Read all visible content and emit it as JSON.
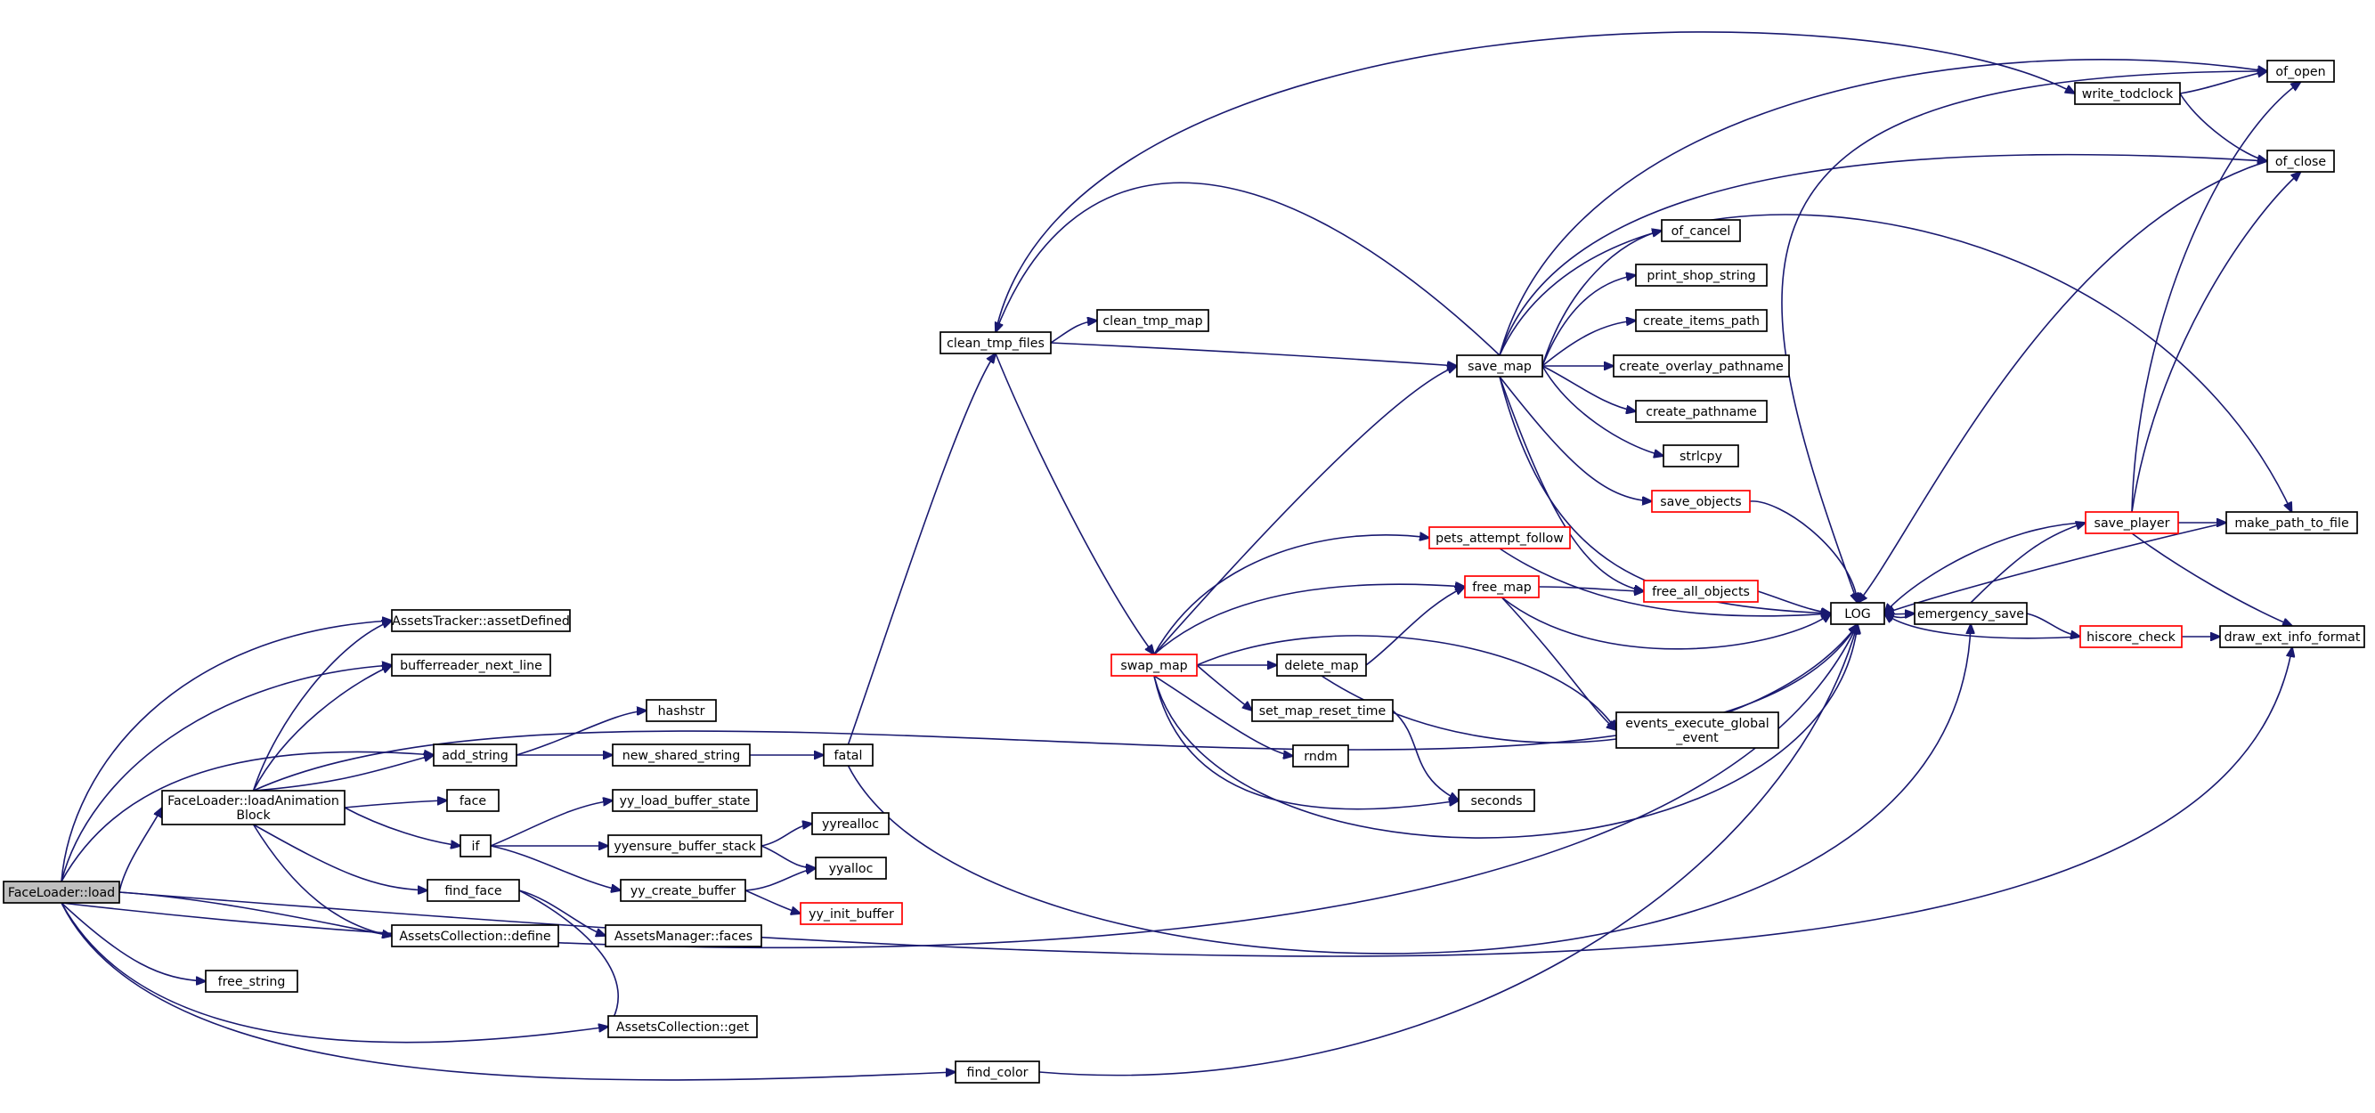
{
  "graph": {
    "colors": {
      "edge": "#191970",
      "box_border_normal": "#000000",
      "box_border_truncated": "#ff0000",
      "box_fill": "#ffffff",
      "root_fill": "#bfbfbf"
    },
    "nodes": [
      {
        "id": "root",
        "label": "FaceLoader::load",
        "style": "root"
      },
      {
        "id": "loadAnim",
        "label": "FaceLoader::loadAnimation",
        "label2": "Block",
        "style": "normal"
      },
      {
        "id": "assetDefined",
        "label": "AssetsTracker::assetDefined",
        "style": "normal"
      },
      {
        "id": "bufNextLine",
        "label": "bufferreader_next_line",
        "style": "normal"
      },
      {
        "id": "hashstr",
        "label": "hashstr",
        "style": "normal"
      },
      {
        "id": "add_string",
        "label": "add_string",
        "style": "normal"
      },
      {
        "id": "new_shared_string",
        "label": "new_shared_string",
        "style": "normal"
      },
      {
        "id": "fatal",
        "label": "fatal",
        "style": "normal"
      },
      {
        "id": "face",
        "label": "face",
        "style": "normal"
      },
      {
        "id": "yy_load_buffer_state",
        "label": "yy_load_buffer_state",
        "style": "normal"
      },
      {
        "id": "if",
        "label": "if",
        "style": "normal"
      },
      {
        "id": "yyensure_buffer_stack",
        "label": "yyensure_buffer_stack",
        "style": "normal"
      },
      {
        "id": "yyrealloc",
        "label": "yyrealloc",
        "style": "normal"
      },
      {
        "id": "yy_create_buffer",
        "label": "yy_create_buffer",
        "style": "normal"
      },
      {
        "id": "yyalloc",
        "label": "yyalloc",
        "style": "normal"
      },
      {
        "id": "yy_init_buffer",
        "label": "yy_init_buffer",
        "style": "truncated"
      },
      {
        "id": "find_face",
        "label": "find_face",
        "style": "normal"
      },
      {
        "id": "collDefine",
        "label": "AssetsCollection::define",
        "style": "normal"
      },
      {
        "id": "mgrFaces",
        "label": "AssetsManager::faces",
        "style": "normal"
      },
      {
        "id": "free_string",
        "label": "free_string",
        "style": "normal"
      },
      {
        "id": "collGet",
        "label": "AssetsCollection::get",
        "style": "normal"
      },
      {
        "id": "find_color",
        "label": "find_color",
        "style": "normal"
      },
      {
        "id": "clean_tmp_files",
        "label": "clean_tmp_files",
        "style": "normal"
      },
      {
        "id": "clean_tmp_map",
        "label": "clean_tmp_map",
        "style": "normal"
      },
      {
        "id": "swap_map",
        "label": "swap_map",
        "style": "truncated"
      },
      {
        "id": "save_map",
        "label": "save_map",
        "style": "normal"
      },
      {
        "id": "of_cancel",
        "label": "of_cancel",
        "style": "normal"
      },
      {
        "id": "print_shop_string",
        "label": "print_shop_string",
        "style": "normal"
      },
      {
        "id": "create_items_path",
        "label": "create_items_path",
        "style": "normal"
      },
      {
        "id": "create_overlay_pathname",
        "label": "create_overlay_pathname",
        "style": "normal"
      },
      {
        "id": "create_pathname",
        "label": "create_pathname",
        "style": "normal"
      },
      {
        "id": "strlcpy",
        "label": "strlcpy",
        "style": "normal"
      },
      {
        "id": "save_objects",
        "label": "save_objects",
        "style": "truncated"
      },
      {
        "id": "pets_attempt_follow",
        "label": "pets_attempt_follow",
        "style": "truncated"
      },
      {
        "id": "free_map",
        "label": "free_map",
        "style": "truncated"
      },
      {
        "id": "free_all_objects",
        "label": "free_all_objects",
        "style": "truncated"
      },
      {
        "id": "delete_map",
        "label": "delete_map",
        "style": "normal"
      },
      {
        "id": "set_map_reset_time",
        "label": "set_map_reset_time",
        "style": "normal"
      },
      {
        "id": "rndm",
        "label": "rndm",
        "style": "normal"
      },
      {
        "id": "seconds",
        "label": "seconds",
        "style": "normal"
      },
      {
        "id": "events_execute_global_event",
        "label": "events_execute_global",
        "label2": "_event",
        "style": "normal"
      },
      {
        "id": "LOG",
        "label": "LOG",
        "style": "normal"
      },
      {
        "id": "emergency_save",
        "label": "emergency_save",
        "style": "normal"
      },
      {
        "id": "save_player",
        "label": "save_player",
        "style": "truncated"
      },
      {
        "id": "hiscore_check",
        "label": "hiscore_check",
        "style": "truncated"
      },
      {
        "id": "make_path_to_file",
        "label": "make_path_to_file",
        "style": "normal"
      },
      {
        "id": "draw_ext_info_format",
        "label": "draw_ext_info_format",
        "style": "normal"
      },
      {
        "id": "write_todclock",
        "label": "write_todclock",
        "style": "normal"
      },
      {
        "id": "of_open",
        "label": "of_open",
        "style": "normal"
      },
      {
        "id": "of_close",
        "label": "of_close",
        "style": "normal"
      }
    ],
    "edges": [
      [
        "root",
        "assetDefined"
      ],
      [
        "root",
        "bufNextLine"
      ],
      [
        "root",
        "add_string"
      ],
      [
        "root",
        "loadAnim"
      ],
      [
        "root",
        "collDefine"
      ],
      [
        "root",
        "free_string"
      ],
      [
        "root",
        "collGet"
      ],
      [
        "root",
        "find_color"
      ],
      [
        "root",
        "LOG"
      ],
      [
        "root",
        "draw_ext_info_format"
      ],
      [
        "loadAnim",
        "assetDefined"
      ],
      [
        "loadAnim",
        "bufNextLine"
      ],
      [
        "loadAnim",
        "add_string"
      ],
      [
        "loadAnim",
        "face"
      ],
      [
        "loadAnim",
        "if"
      ],
      [
        "loadAnim",
        "find_face"
      ],
      [
        "loadAnim",
        "collDefine"
      ],
      [
        "loadAnim",
        "LOG"
      ],
      [
        "add_string",
        "hashstr"
      ],
      [
        "add_string",
        "new_shared_string"
      ],
      [
        "new_shared_string",
        "fatal"
      ],
      [
        "fatal",
        "clean_tmp_files"
      ],
      [
        "fatal",
        "emergency_save"
      ],
      [
        "if",
        "yy_load_buffer_state"
      ],
      [
        "if",
        "yyensure_buffer_stack"
      ],
      [
        "if",
        "yy_create_buffer"
      ],
      [
        "yyensure_buffer_stack",
        "yyrealloc"
      ],
      [
        "yyensure_buffer_stack",
        "yyalloc"
      ],
      [
        "yy_create_buffer",
        "yyalloc"
      ],
      [
        "yy_create_buffer",
        "yy_init_buffer"
      ],
      [
        "find_face",
        "mgrFaces"
      ],
      [
        "find_face",
        "collGet"
      ],
      [
        "find_color",
        "LOG"
      ],
      [
        "clean_tmp_files",
        "clean_tmp_map"
      ],
      [
        "clean_tmp_files",
        "save_map"
      ],
      [
        "clean_tmp_files",
        "swap_map"
      ],
      [
        "clean_tmp_files",
        "write_todclock"
      ],
      [
        "swap_map",
        "save_map"
      ],
      [
        "swap_map",
        "pets_attempt_follow"
      ],
      [
        "swap_map",
        "free_map"
      ],
      [
        "swap_map",
        "delete_map"
      ],
      [
        "swap_map",
        "set_map_reset_time"
      ],
      [
        "swap_map",
        "rndm"
      ],
      [
        "swap_map",
        "seconds"
      ],
      [
        "swap_map",
        "events_execute_global_event"
      ],
      [
        "swap_map",
        "LOG"
      ],
      [
        "save_map",
        "of_cancel"
      ],
      [
        "save_map",
        "print_shop_string"
      ],
      [
        "save_map",
        "create_items_path"
      ],
      [
        "save_map",
        "create_overlay_pathname"
      ],
      [
        "save_map",
        "create_pathname"
      ],
      [
        "save_map",
        "strlcpy"
      ],
      [
        "save_map",
        "save_objects"
      ],
      [
        "save_map",
        "free_all_objects"
      ],
      [
        "save_map",
        "LOG"
      ],
      [
        "save_map",
        "of_open"
      ],
      [
        "save_map",
        "of_close"
      ],
      [
        "save_map",
        "clean_tmp_files"
      ],
      [
        "save_map",
        "make_path_to_file"
      ],
      [
        "save_objects",
        "LOG"
      ],
      [
        "pets_attempt_follow",
        "LOG"
      ],
      [
        "free_map",
        "free_all_objects"
      ],
      [
        "free_map",
        "LOG"
      ],
      [
        "free_map",
        "events_execute_global_event"
      ],
      [
        "free_all_objects",
        "LOG"
      ],
      [
        "delete_map",
        "free_map"
      ],
      [
        "delete_map",
        "LOG"
      ],
      [
        "set_map_reset_time",
        "seconds"
      ],
      [
        "LOG",
        "emergency_save"
      ],
      [
        "emergency_save",
        "save_player"
      ],
      [
        "emergency_save",
        "hiscore_check"
      ],
      [
        "emergency_save",
        "LOG"
      ],
      [
        "save_player",
        "LOG"
      ],
      [
        "save_player",
        "make_path_to_file"
      ],
      [
        "save_player",
        "of_open"
      ],
      [
        "save_player",
        "of_close"
      ],
      [
        "save_player",
        "draw_ext_info_format"
      ],
      [
        "hiscore_check",
        "LOG"
      ],
      [
        "hiscore_check",
        "draw_ext_info_format"
      ],
      [
        "make_path_to_file",
        "LOG"
      ],
      [
        "write_todclock",
        "of_open"
      ],
      [
        "write_todclock",
        "of_close"
      ],
      [
        "of_open",
        "LOG"
      ],
      [
        "of_close",
        "LOG"
      ]
    ]
  }
}
